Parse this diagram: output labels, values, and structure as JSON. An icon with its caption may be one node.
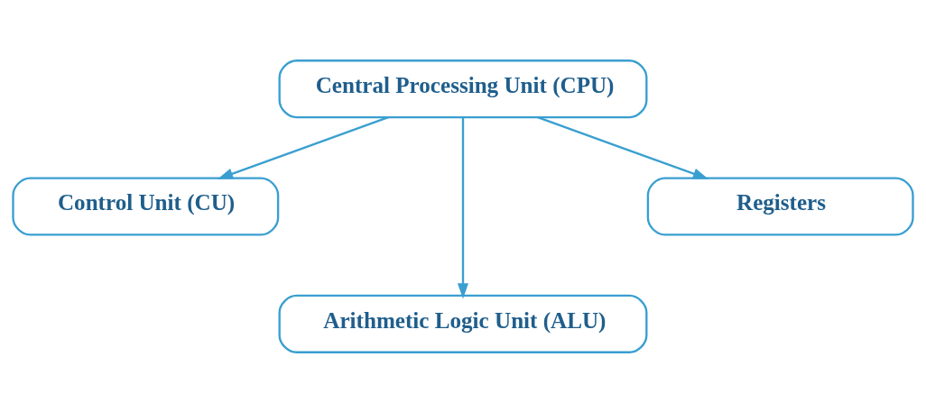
{
  "diagram": {
    "nodes": [
      {
        "text": [
          "Central Processing Unit (CPU)"
        ]
      },
      {
        "text": [
          "Control Unit (CU)"
        ]
      },
      {
        "text": [
          "Arithmetic Logic Unit (ALU)"
        ]
      },
      {
        "text": [
          "Registers"
        ]
      }
    ],
    "edges": [
      {
        "from": 0,
        "to": 1,
        "arrow": "to"
      },
      {
        "from": 0,
        "to": 2,
        "arrow": "to"
      },
      {
        "from": 0,
        "to": 3,
        "arrow": "to"
      }
    ]
  }
}
